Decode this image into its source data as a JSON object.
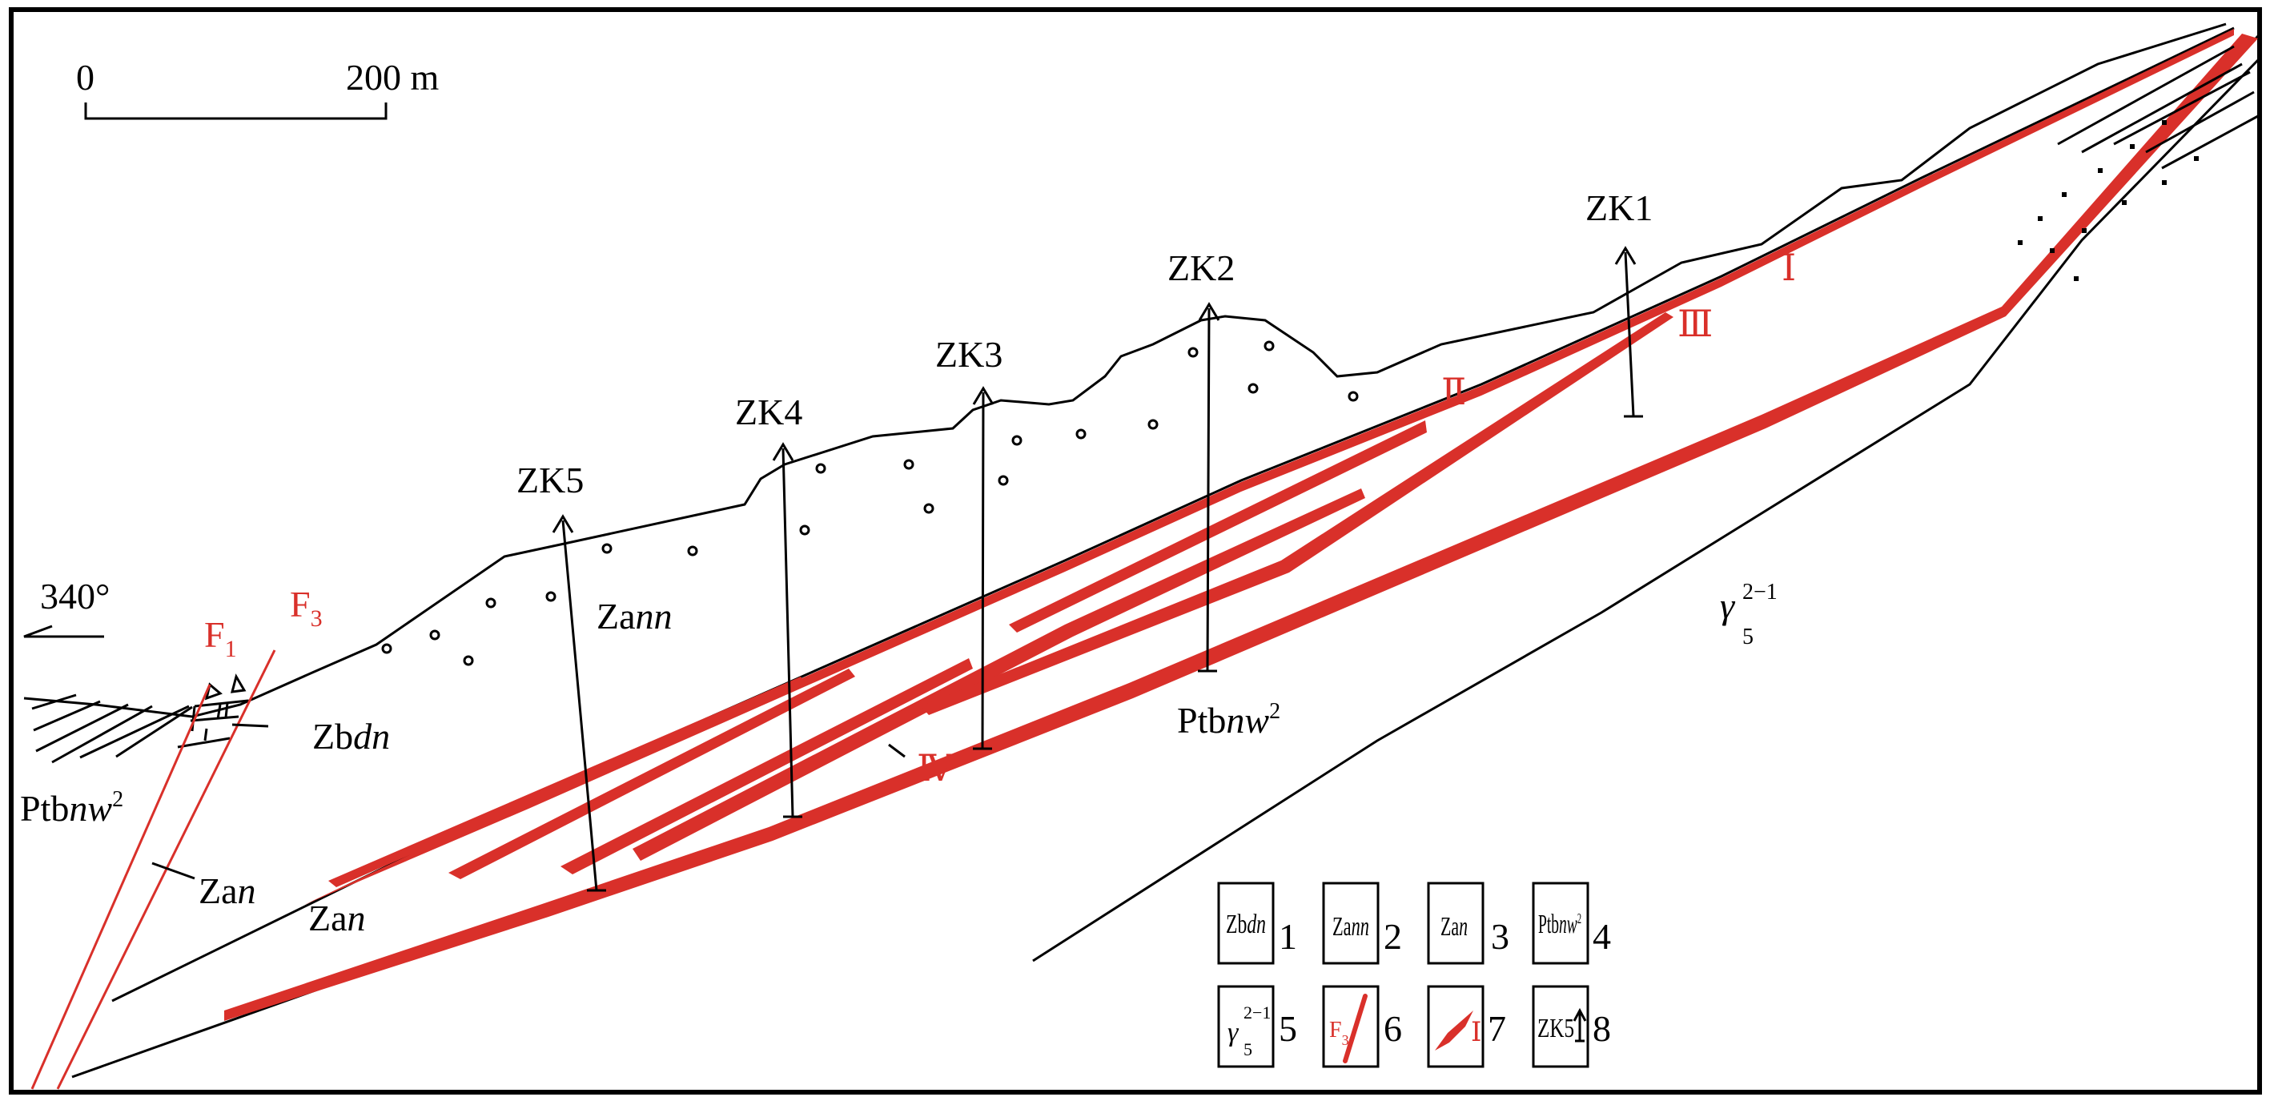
{
  "scale_bar": {
    "start": "0",
    "end": "200 m"
  },
  "direction": {
    "label": "340°"
  },
  "faults": [
    {
      "main": "F",
      "sub": "1"
    },
    {
      "main": "F",
      "sub": "3"
    }
  ],
  "drill_holes": [
    "ZK1",
    "ZK2",
    "ZK3",
    "ZK4",
    "ZK5"
  ],
  "ore_bodies": [
    "Ⅰ",
    "Ⅱ",
    "Ⅲ",
    "Ⅳ"
  ],
  "units": {
    "zann": {
      "a": "Za",
      "b": "nn"
    },
    "zbdn": {
      "a": "Zb",
      "b": "dn"
    },
    "zan": {
      "a": "Za",
      "b": "n"
    },
    "ptbnw": {
      "a": "Ptb",
      "b": "nw",
      "sup": "2"
    },
    "granite": {
      "sym": "γ",
      "sub": "5",
      "sup": "2−1"
    }
  },
  "legend": {
    "numbers": [
      "1",
      "2",
      "3",
      "4",
      "5",
      "6",
      "7",
      "8"
    ],
    "ore_label": "Ⅰ",
    "fault": {
      "main": "F",
      "sub": "3"
    },
    "drill": "ZK5"
  },
  "colors": {
    "ore": "#d9302a",
    "fault": "#d9302a",
    "line": "#000000"
  }
}
